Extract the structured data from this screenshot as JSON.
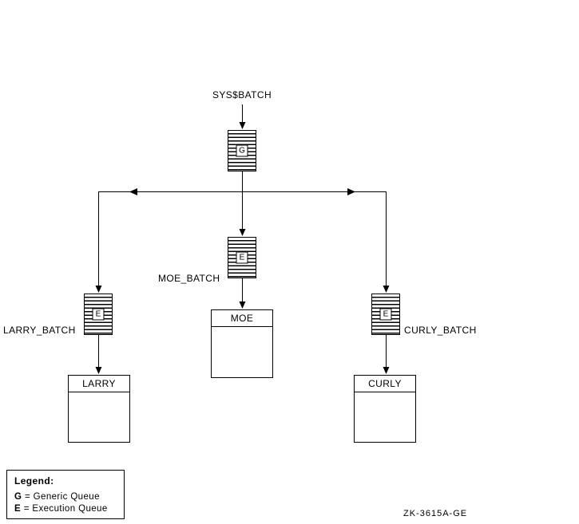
{
  "diagram": {
    "root_label": "SYS$BATCH",
    "generic_queue": {
      "letter": "G"
    },
    "exec_queues": [
      {
        "letter": "E",
        "label": "LARRY_BATCH",
        "target": "LARRY"
      },
      {
        "letter": "E",
        "label": "MOE_BATCH",
        "target": "MOE"
      },
      {
        "letter": "E",
        "label": "CURLY_BATCH",
        "target": "CURLY"
      }
    ],
    "legend": {
      "title": "Legend:",
      "items": [
        {
          "key": "G",
          "desc": "= Generic Queue"
        },
        {
          "key": "E",
          "desc": "= Execution Queue"
        }
      ]
    },
    "figure_id": "ZK-3615A-GE"
  }
}
